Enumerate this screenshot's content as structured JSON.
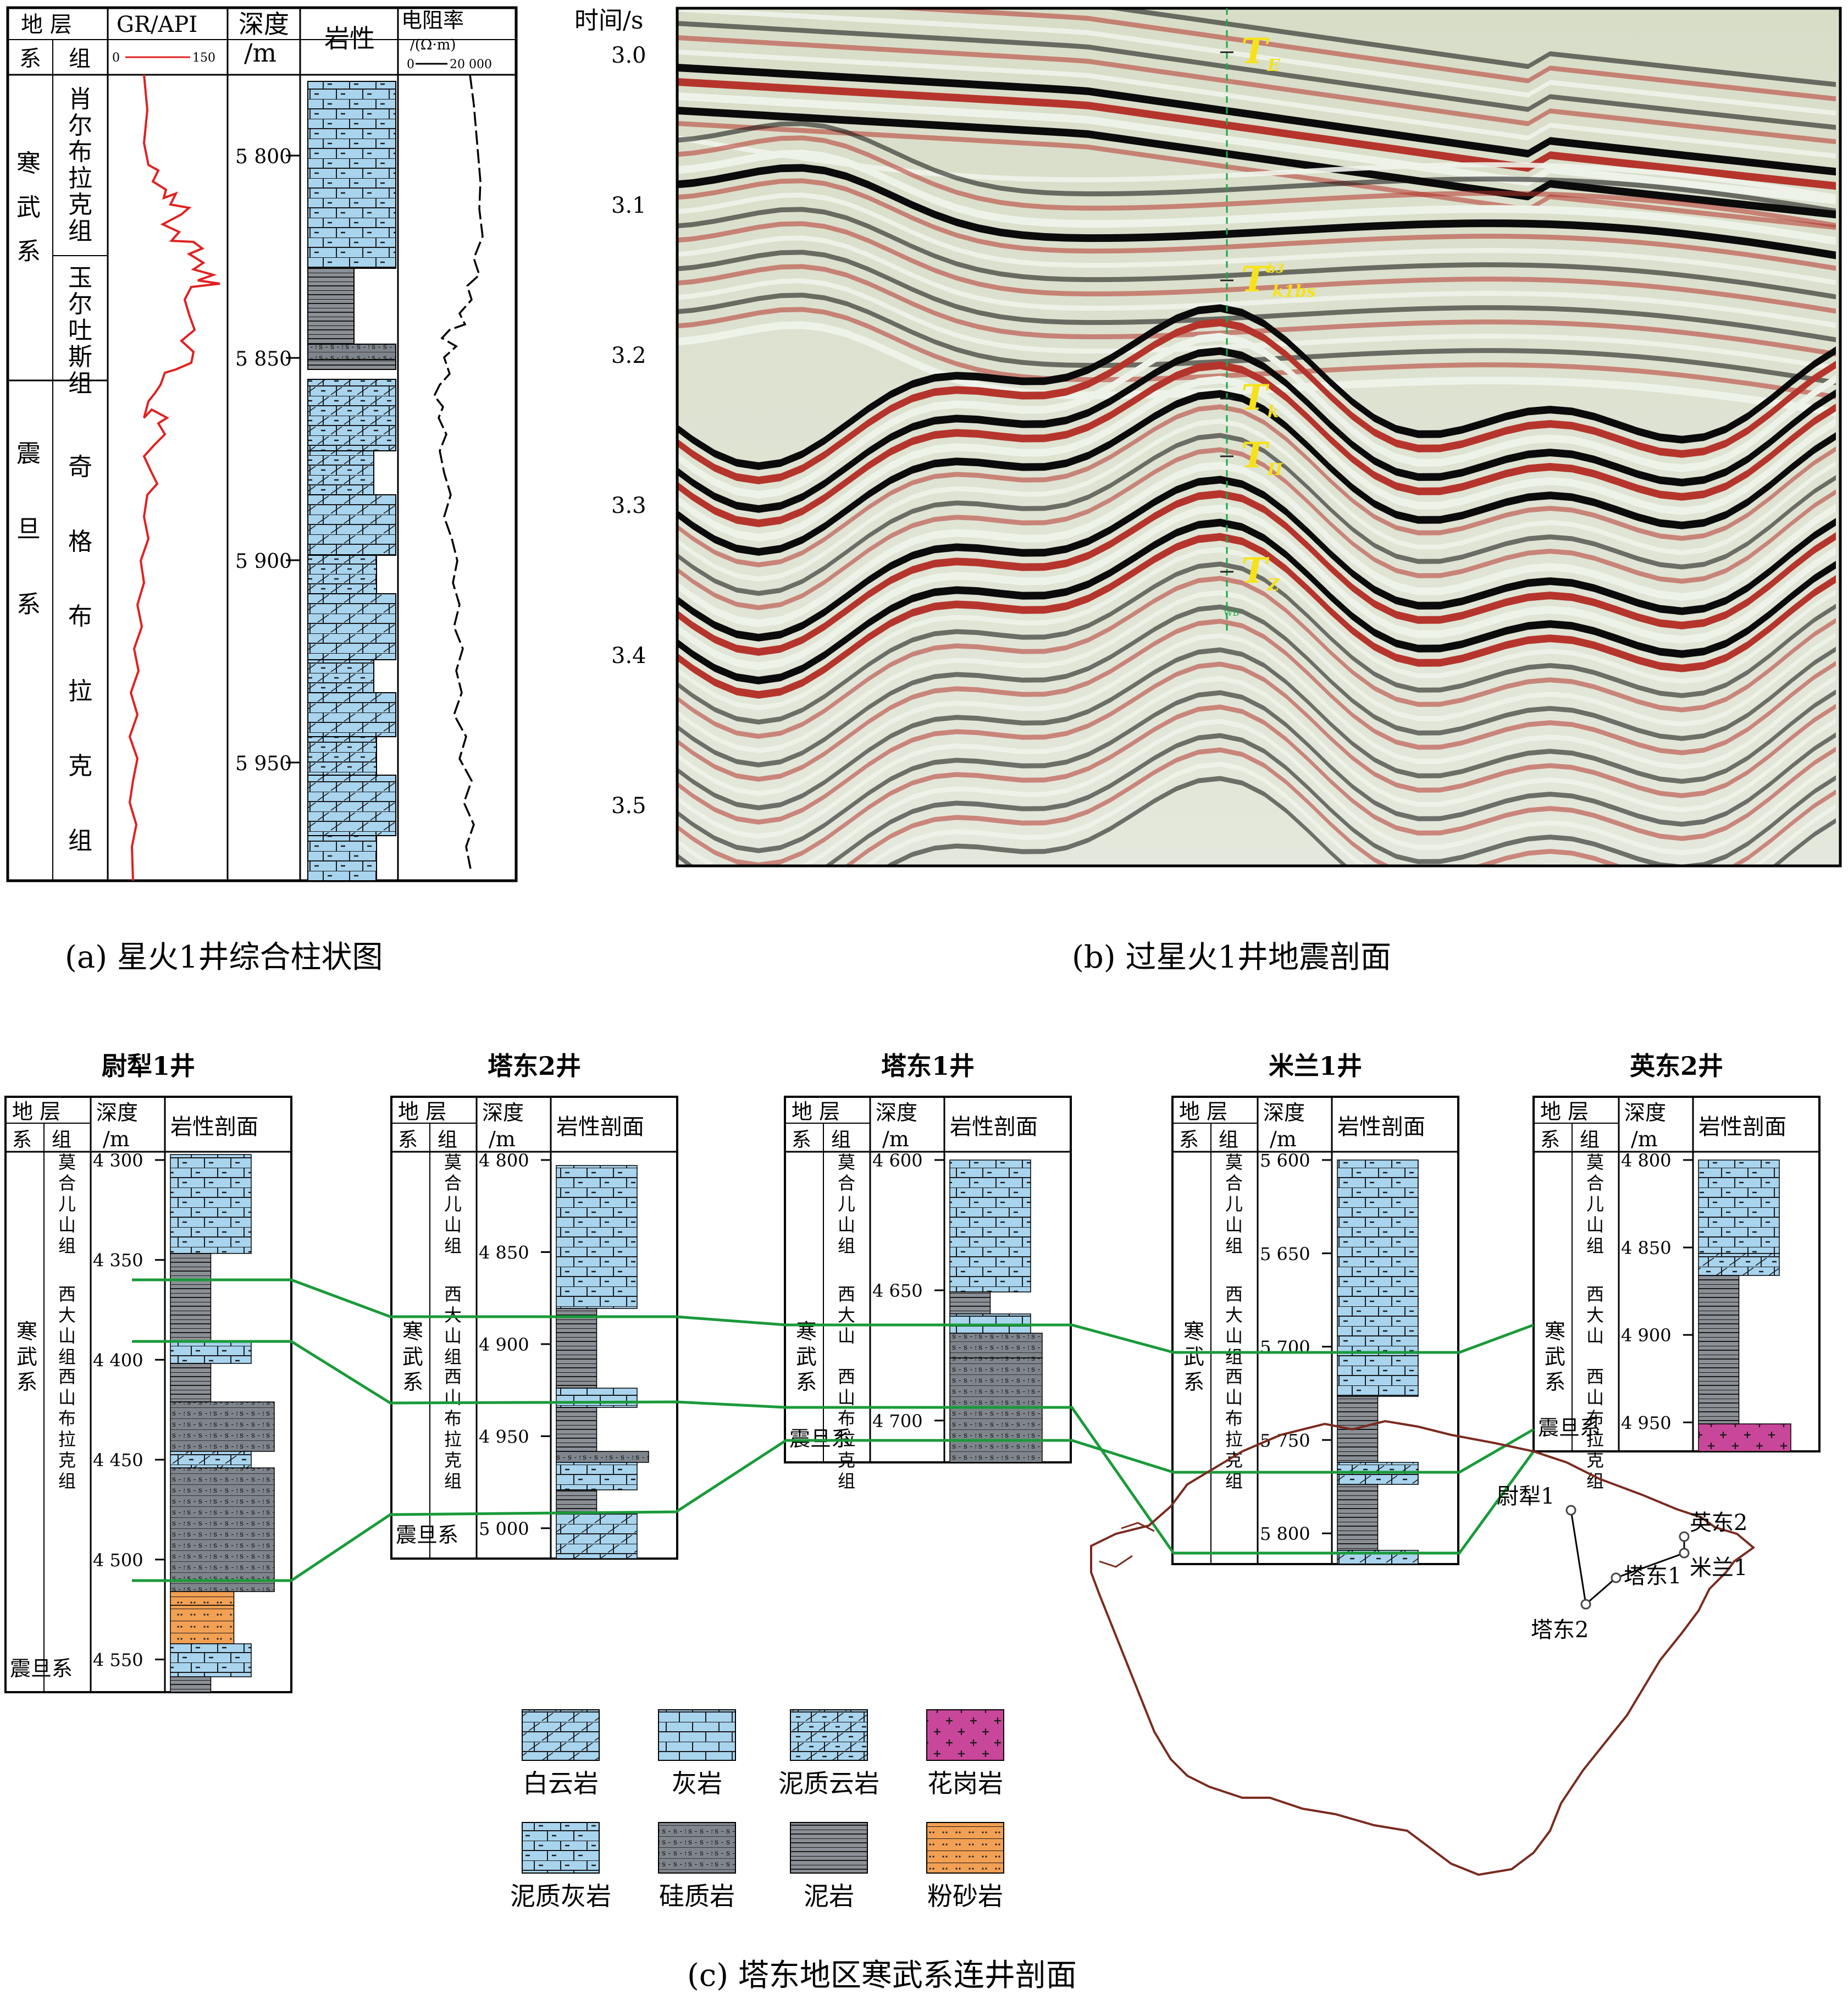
{
  "panel_a": {
    "caption": "(a) 星火1井综合柱状图",
    "header": {
      "stratum": "地 层",
      "system": "系",
      "formation": "组",
      "gr": "GR/API",
      "gr_scale_min": "0",
      "gr_scale_max": "150",
      "depth": "深度",
      "depth_unit": "/m",
      "lithology": "岩性",
      "resistivity": "电阻率",
      "res_unit": "/(Ω·m)",
      "res_scale_min": "0",
      "res_scale_max": "20 000"
    },
    "systems": [
      {
        "name": "寒武系"
      },
      {
        "name": "震旦系"
      }
    ],
    "formations": [
      {
        "name": "肖尔布拉克组"
      },
      {
        "name": "玉尔吐斯组"
      },
      {
        "name": "奇格布拉克组"
      }
    ],
    "depth_ticks": [
      "5 800",
      "5 850",
      "5 900",
      "5 950"
    ],
    "depth_tick_values": [
      5800,
      5850,
      5900,
      5950
    ]
  },
  "panel_b": {
    "caption": "(b) 过星火1井地震剖面",
    "axis_title": "时间/s",
    "time_ticks": [
      "3.0",
      "3.1",
      "3.2",
      "3.3",
      "3.4",
      "3.5"
    ],
    "time_tick_values": [
      3.0,
      3.1,
      3.2,
      3.3,
      3.4,
      3.5
    ],
    "horizons": [
      {
        "main": "T",
        "sub": "E"
      },
      {
        "main": "T",
        "sub": "k1bs",
        "sup": "b3"
      },
      {
        "main": "T",
        "sub": "k"
      },
      {
        "main": "T",
        "sub": "II"
      },
      {
        "main": "T",
        "sub": "Z"
      }
    ],
    "well_mark": "WB",
    "colors": {
      "trough": "#0b0b0b",
      "peak": "#b5352c",
      "mid": "#c9d3b0",
      "light": "#eef3ea"
    }
  },
  "panel_c": {
    "caption": "(c) 塔东地区寒武系连井剖面",
    "column_header": {
      "stratum": "地 层",
      "system": "系",
      "formation": "组",
      "depth": "深度",
      "depth_unit": "/m",
      "section": "岩性剖面"
    },
    "wells": [
      {
        "name": "尉犁1井",
        "depth_ticks": [
          "4 300",
          "4 350",
          "4 400",
          "4 450",
          "4 500",
          "4 550"
        ],
        "system_labels": [
          "寒武系",
          "震旦系"
        ],
        "formation_labels": [
          "莫合儿山组",
          "西大山组",
          "西山布拉克组"
        ]
      },
      {
        "name": "塔东2井",
        "depth_ticks": [
          "4 800",
          "4 850",
          "4 900",
          "4 950",
          "5 000"
        ],
        "system_labels": [
          "寒武系",
          "震旦系"
        ],
        "formation_labels": [
          "莫合儿山组",
          "西大山组",
          "西山布拉克组"
        ]
      },
      {
        "name": "塔东1井",
        "depth_ticks": [
          "4 600",
          "4 650",
          "4 700"
        ],
        "system_labels": [
          "寒武系",
          "震旦系"
        ],
        "formation_labels": [
          "莫合儿山组",
          "西大山",
          "西山布拉克组"
        ]
      },
      {
        "name": "米兰1井",
        "depth_ticks": [
          "5 600",
          "5 650",
          "5 700",
          "5 750",
          "5 800"
        ],
        "system_labels": [
          "寒武系"
        ],
        "formation_labels": [
          "莫合儿山组",
          "西大山组",
          "西山布拉克组"
        ]
      },
      {
        "name": "英东2井",
        "depth_ticks": [
          "4 800",
          "4 850",
          "4 900",
          "4 950"
        ],
        "system_labels": [
          "寒武系",
          "震旦系"
        ],
        "formation_labels": [
          "莫合儿山组",
          "西大山",
          "西山布拉克组"
        ]
      }
    ],
    "legend": [
      {
        "label": "白云岩",
        "pattern": "dolomite"
      },
      {
        "label": "灰岩",
        "pattern": "limestone"
      },
      {
        "label": "泥质云岩",
        "pattern": "argdolomite"
      },
      {
        "label": "花岗岩",
        "pattern": "granite"
      },
      {
        "label": "泥质灰岩",
        "pattern": "marl"
      },
      {
        "label": "硅质岩",
        "pattern": "chert"
      },
      {
        "label": "泥岩",
        "pattern": "mudstone"
      },
      {
        "label": "粉砂岩",
        "pattern": "siltstone"
      }
    ],
    "map_wells": [
      "尉犁1",
      "英东2",
      "米兰1",
      "塔东1",
      "塔东2"
    ],
    "colors": {
      "correlation": "#1a9a3a",
      "outline": "#7a2a1e",
      "blue": "#a8d4ee",
      "chert": "#7f858c",
      "granite": "#c9479a",
      "silt": "#f2a054"
    }
  }
}
